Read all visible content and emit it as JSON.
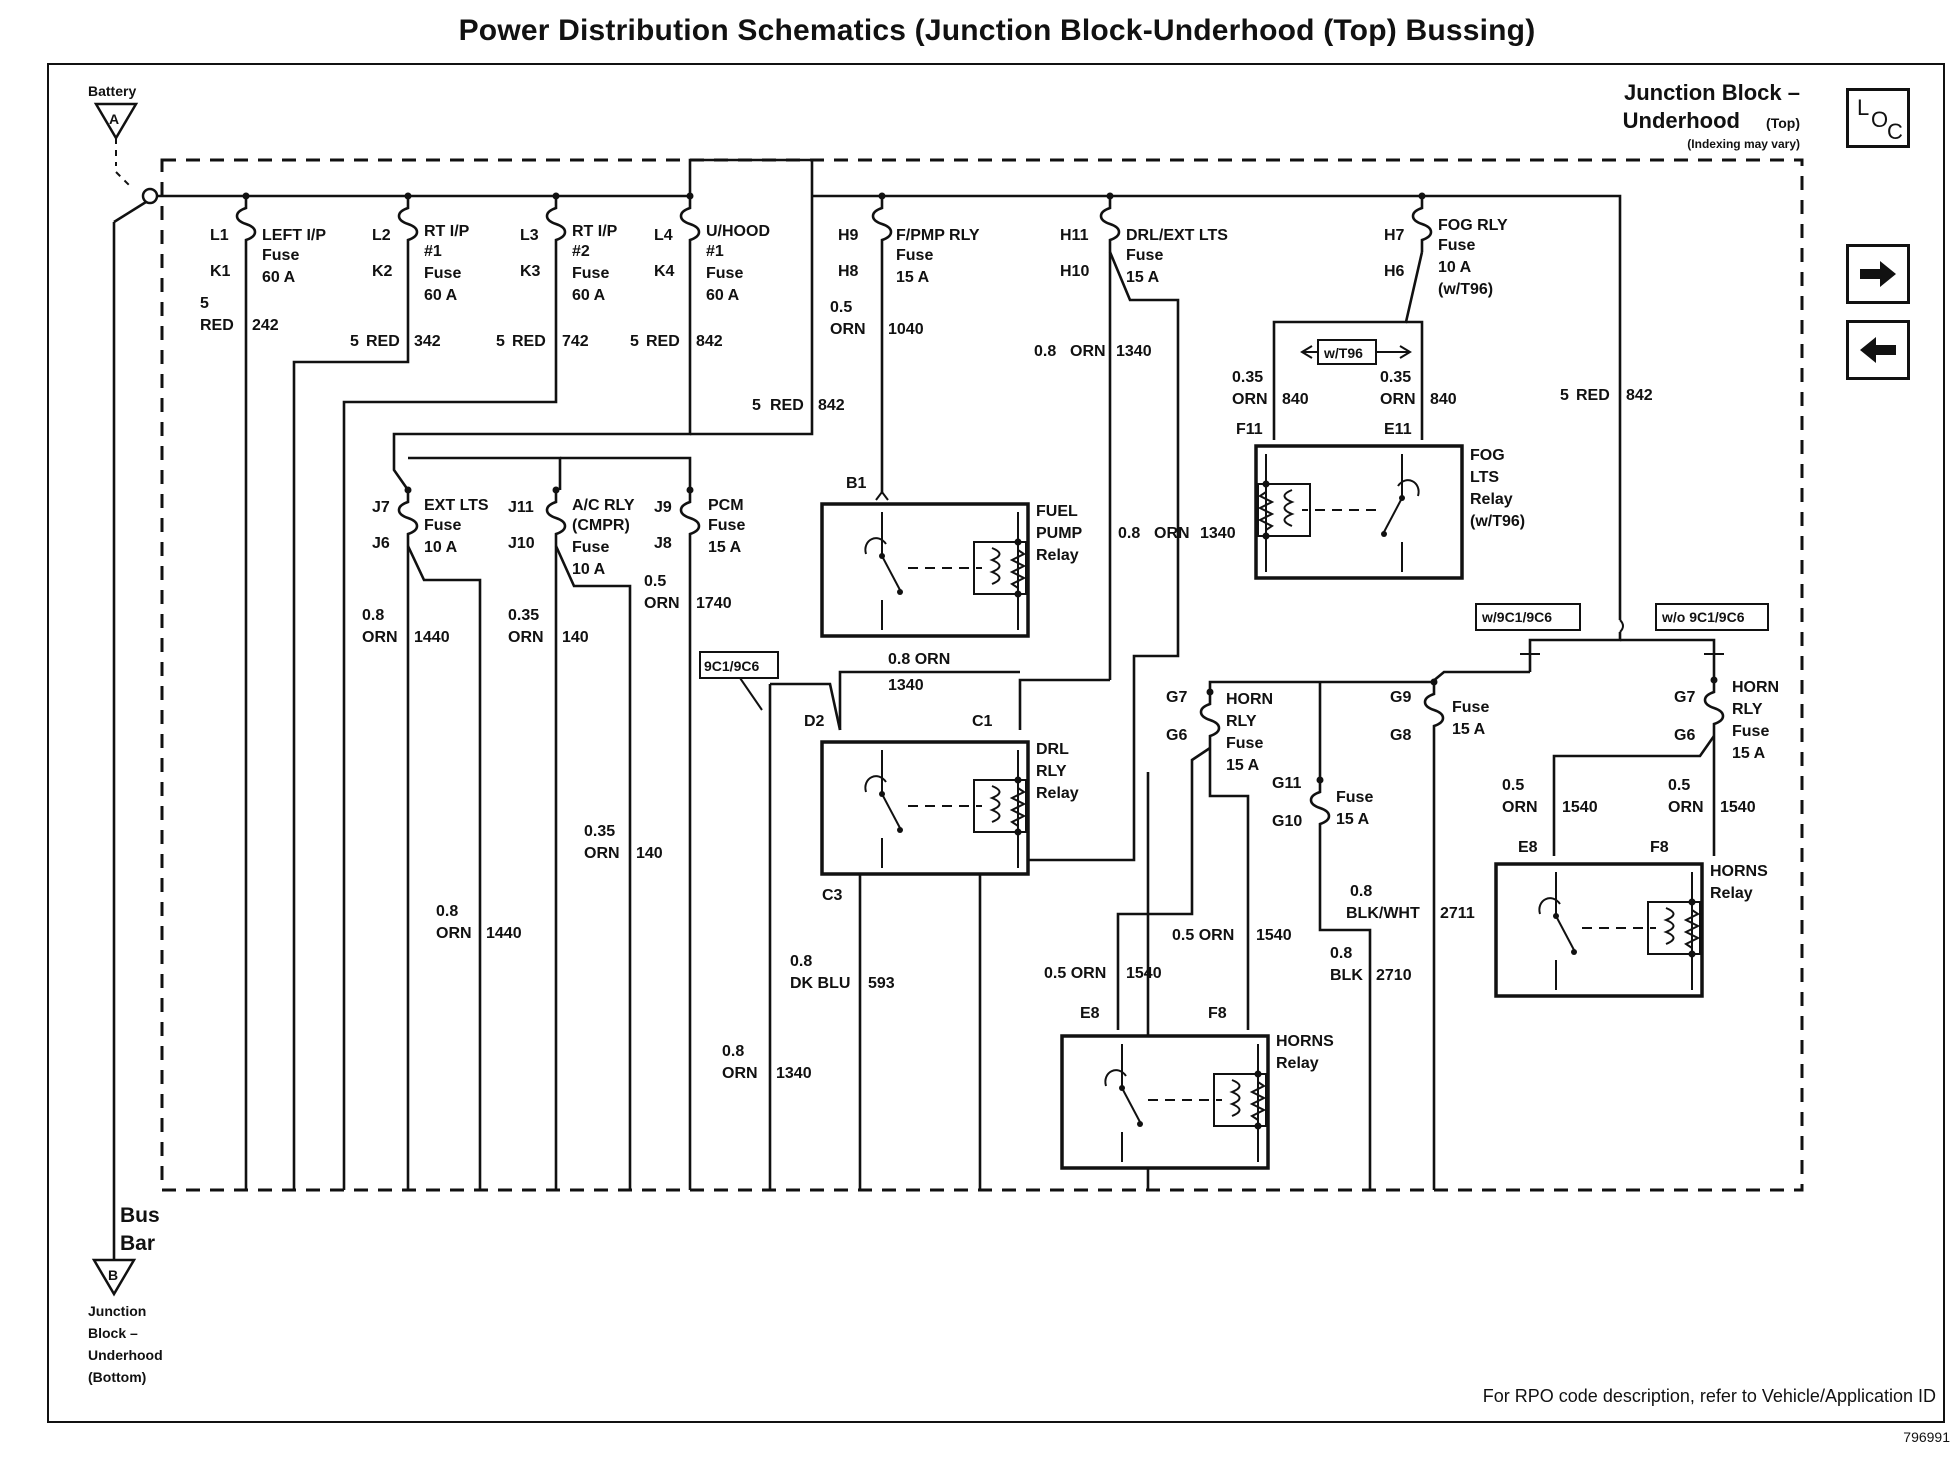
{
  "page": {
    "title": "Power Distribution Schematics (Junction Block-Underhood (Top) Bussing)",
    "footer_note": "For RPO code description, refer to Vehicle/Application ID",
    "figure_id": "796991"
  },
  "block": {
    "name_line1": "Junction Block –",
    "name_line2": "Underhood",
    "name_suffix": "(Top)",
    "indexing_note": "(Indexing may vary)"
  },
  "nav": {
    "loc_letters": [
      "L",
      "O",
      "C"
    ],
    "next_icon": "right-arrow-icon",
    "prev_icon": "left-arrow-icon"
  },
  "battery": {
    "label": "Battery",
    "connector": "A"
  },
  "bus": {
    "line1": "Bus",
    "line2": "Bar",
    "connector": "B",
    "dest": [
      "Junction",
      "Block –",
      "Underhood",
      "(Bottom)"
    ]
  },
  "fuses": {
    "left_ip": {
      "pin_top": "L1",
      "pin_bot": "K1",
      "lines": [
        "LEFT I/P",
        "Fuse",
        "60 A"
      ]
    },
    "rt_ip1": {
      "pin_top": "L2",
      "pin_bot": "K2",
      "lines": [
        "RT I/P",
        "#1",
        "Fuse",
        "60 A"
      ]
    },
    "rt_ip2": {
      "pin_top": "L3",
      "pin_bot": "K3",
      "lines": [
        "RT I/P",
        "#2",
        "Fuse",
        "60 A"
      ]
    },
    "uhood": {
      "pin_top": "L4",
      "pin_bot": "K4",
      "lines": [
        "U/HOOD",
        "#1",
        "Fuse",
        "60 A"
      ]
    },
    "fpmp": {
      "pin_top": "H9",
      "pin_bot": "H8",
      "lines": [
        "F/PMP RLY",
        "Fuse",
        "15 A"
      ]
    },
    "drl": {
      "pin_top": "H11",
      "pin_bot": "H10",
      "lines": [
        "DRL/EXT LTS",
        "Fuse",
        "15 A"
      ]
    },
    "fog": {
      "pin_top": "H7",
      "pin_bot": "H6",
      "lines": [
        "FOG RLY",
        "Fuse",
        "10 A",
        "(w/T96)"
      ]
    },
    "extlts": {
      "pin_top": "J7",
      "pin_bot": "J6",
      "lines": [
        "EXT LTS",
        "Fuse",
        "10 A"
      ]
    },
    "acrly": {
      "pin_top": "J11",
      "pin_bot": "J10",
      "lines": [
        "A/C RLY",
        "(CMPR)",
        "Fuse",
        "10 A"
      ]
    },
    "pcm": {
      "pin_top": "J9",
      "pin_bot": "J8",
      "lines": [
        "PCM",
        "Fuse",
        "15 A"
      ]
    },
    "hornrly1": {
      "pin_top": "G7",
      "pin_bot": "G6",
      "lines": [
        "HORN",
        "RLY",
        "Fuse",
        "15 A"
      ]
    },
    "g11": {
      "pin_top": "G11",
      "pin_bot": "G10",
      "lines": [
        "Fuse",
        "15 A"
      ]
    },
    "g9": {
      "pin_top": "G9",
      "pin_bot": "G8",
      "lines": [
        "Fuse",
        "15 A"
      ]
    },
    "hornrly2": {
      "pin_top": "G7",
      "pin_bot": "G6",
      "lines": [
        "HORN",
        "RLY",
        "Fuse",
        "15 A"
      ]
    }
  },
  "wires": {
    "w242": {
      "gauge": "5",
      "color": "RED",
      "circuit": "242"
    },
    "w342": {
      "gauge": "5",
      "color": "RED",
      "circuit": "342"
    },
    "w742": {
      "gauge": "5",
      "color": "RED",
      "circuit": "742"
    },
    "w842a": {
      "gauge": "5",
      "color": "RED",
      "circuit": "842"
    },
    "w842b": {
      "gauge": "5",
      "color": "RED",
      "circuit": "842"
    },
    "w842c": {
      "gauge": "5",
      "color": "RED",
      "circuit": "842"
    },
    "w1040": {
      "gauge": "0.5",
      "color": "ORN",
      "circuit": "1040"
    },
    "w1340a": {
      "gauge": "0.8",
      "color": "ORN",
      "circuit": "1340"
    },
    "w1340b": {
      "gauge": "0.8",
      "color": "ORN",
      "circuit": "1340"
    },
    "w1340c": {
      "gauge": "0.8 ORN",
      "color": "",
      "circuit": "1340"
    },
    "w1340d": {
      "gauge": "0.8",
      "color": "ORN",
      "circuit": "1340"
    },
    "w840a": {
      "gauge": "0.35",
      "color": "ORN",
      "circuit": "840"
    },
    "w840b": {
      "gauge": "0.35",
      "color": "ORN",
      "circuit": "840"
    },
    "w1440a": {
      "gauge": "0.8",
      "color": "ORN",
      "circuit": "1440"
    },
    "w1440b": {
      "gauge": "0.8",
      "color": "ORN",
      "circuit": "1440"
    },
    "w140a": {
      "gauge": "0.35",
      "color": "ORN",
      "circuit": "140"
    },
    "w140b": {
      "gauge": "0.35",
      "color": "ORN",
      "circuit": "140"
    },
    "w1740": {
      "gauge": "0.5",
      "color": "ORN",
      "circuit": "1740"
    },
    "w593": {
      "gauge": "0.8",
      "color": "DK BLU",
      "circuit": "593"
    },
    "w1540a": {
      "gauge": "0.5 ORN",
      "color": "",
      "circuit": "1540"
    },
    "w1540b": {
      "gauge": "0.5 ORN",
      "color": "",
      "circuit": "1540"
    },
    "w1540c": {
      "gauge": "0.5",
      "color": "ORN",
      "circuit": "1540"
    },
    "w1540d": {
      "gauge": "0.5",
      "color": "ORN",
      "circuit": "1540"
    },
    "w2711": {
      "gauge": "0.8",
      "color": "BLK/WHT",
      "circuit": "2711"
    },
    "w2710": {
      "gauge": "0.8",
      "color": "BLK",
      "circuit": "2710"
    }
  },
  "relays": {
    "fuel_pump": {
      "pin": "B1",
      "lines": [
        "FUEL",
        "PUMP",
        "Relay"
      ]
    },
    "fog": {
      "pin_left": "F11",
      "pin_right": "E11",
      "lines": [
        "FOG",
        "LTS",
        "Relay",
        "(w/T96)"
      ]
    },
    "drl": {
      "pin_left": "D2",
      "pin_right": "C1",
      "pin_bot": "C3",
      "lines": [
        "DRL",
        "RLY",
        "Relay"
      ]
    },
    "horns1": {
      "pin_left": "E8",
      "pin_right": "F8",
      "lines": [
        "HORNS",
        "Relay"
      ]
    },
    "horns2": {
      "pin_left": "E8",
      "pin_right": "F8",
      "lines": [
        "HORNS",
        "Relay"
      ]
    }
  },
  "options": {
    "wt96": "w/T96",
    "rpo_9c1": "9C1/9C6",
    "with_9c1": "w/9C1/9C6",
    "without_9c1": "w/o 9C1/9C6"
  }
}
